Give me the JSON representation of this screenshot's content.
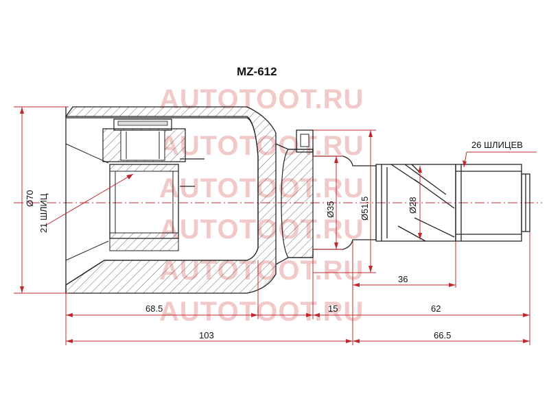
{
  "title": "MZ-612",
  "watermark": "AUTOTOOT.RU",
  "labels": {
    "outer_diameter": "Ø70",
    "inner_splines": "21 ШЛИЦ",
    "outer_splines": "26 ШЛИЦЕВ",
    "d35": "Ø35",
    "d51_5": "Ø51.5",
    "d28": "Ø28",
    "len_36": "36",
    "len_68_5": "68.5",
    "len_15": "15",
    "len_62": "62",
    "len_103": "103",
    "len_66_5": "66.5"
  },
  "colors": {
    "dimension": "#c0282e",
    "watermark": "#f2c9c9",
    "outline": "#222222"
  }
}
